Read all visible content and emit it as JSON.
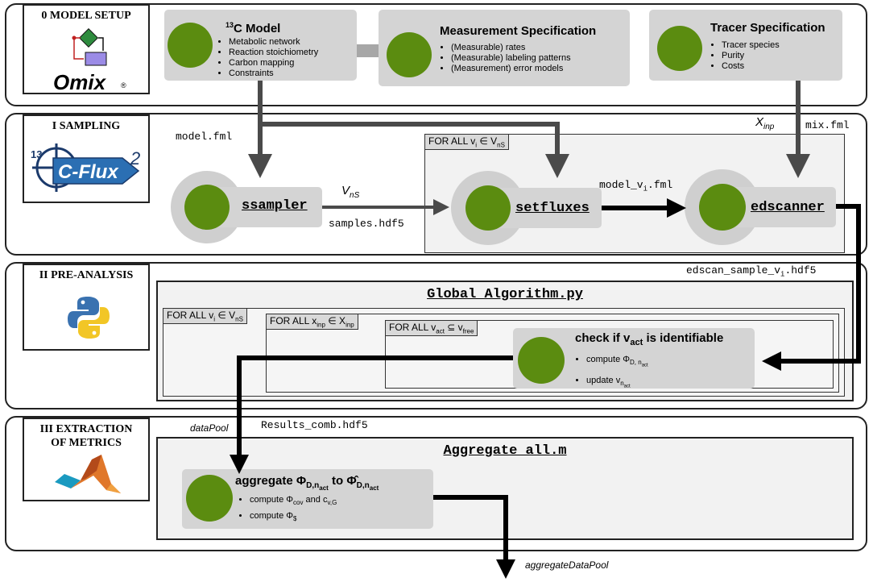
{
  "rows": {
    "setup": {
      "label": "0 MODEL SETUP"
    },
    "sampling": {
      "label": "I SAMPLING"
    },
    "preanalysis": {
      "label": "II PRE-ANALYSIS"
    },
    "extraction": {
      "label_line1": "III EXTRACTION",
      "label_line2": "OF METRICS"
    }
  },
  "logos": {
    "omix": "Omix",
    "omix_sub": "®",
    "cflux_13": "13",
    "cflux_text": "C-Flux",
    "cflux_2": "2"
  },
  "cards": {
    "c13model": {
      "title_sup": "13",
      "title": "C Model",
      "bullets": [
        "Metabolic network",
        "Reaction stoichiometry",
        "Carbon mapping",
        "Constraints"
      ]
    },
    "measurement": {
      "title": "Measurement Specification",
      "bullets": [
        "(Measurable) rates",
        "(Measurable) labeling patterns",
        "(Measurement) error models"
      ]
    },
    "tracer": {
      "title": "Tracer Specification",
      "bullets": [
        "Tracer species",
        "Purity",
        "Costs"
      ]
    }
  },
  "tools": {
    "ssampler": "ssampler",
    "setfluxes": "setfluxes",
    "edscanner": "edscanner"
  },
  "files": {
    "model_fml": "model.fml",
    "mix_fml": "mix.fml",
    "samples_hdf5": "samples.hdf5",
    "model_vi_fml_a": "model_v",
    "model_vi_fml_sub": "i",
    "model_vi_fml_b": ".fml",
    "edscan_a": "edscan_sample_v",
    "edscan_sub": "i",
    "edscan_b": ".hdf5",
    "results_comb": "Results_comb.hdf5"
  },
  "vars": {
    "x_inp": "X",
    "x_inp_sub": "inp",
    "v_ns": "V",
    "v_ns_sub": "nS",
    "datapool": "dataPool",
    "aggregate_datapool": "aggregateDataPool"
  },
  "loops": {
    "forall_vi_sampling": {
      "a": "FOR ALL v",
      "sub": "i",
      "b": " ∈ V",
      "sub2": "nS"
    },
    "forall_vi": {
      "a": "FOR ALL v",
      "sub": "i",
      "b": " ∈ V",
      "sub2": "nS"
    },
    "forall_xinp": {
      "a": "FOR ALL x",
      "sub": "inp",
      "b": " ∈ X",
      "sub2": "inp"
    },
    "forall_vact": {
      "a": "FOR ALL v",
      "sub": "act",
      "b": " ⊆ v",
      "sub2": "free"
    }
  },
  "phases": {
    "global_alg": "Global_Algorithm.py",
    "aggregate_all": "Aggregate_all.m"
  },
  "check": {
    "title_a": "check if v",
    "title_sub": "act",
    "title_b": " is identifiable",
    "b1_a": "compute Φ",
    "b1_sub": "D, n",
    "b1_sub2": "act",
    "b2_a": "update v",
    "b2_sub": "n",
    "b2_sub2": "act"
  },
  "aggregate": {
    "title_a": "aggregate Φ",
    "title_sub": "D,n",
    "title_sub2": "act",
    "title_mid": " to ",
    "title_b": "Φ̂",
    "title_bsub": "D,n",
    "title_bsub2": "act",
    "b1_a": "compute Φ",
    "b1_sub": "cov",
    "b1_mid": " and c",
    "b1_sub2": "v,G",
    "b2_a": "compute Φ",
    "b2_sub": "$"
  },
  "colors": {
    "card": "#d4d4d4",
    "dot": "#5b8c10",
    "arrow_gray": "#4a4a4a",
    "arrow_black": "#000000"
  }
}
